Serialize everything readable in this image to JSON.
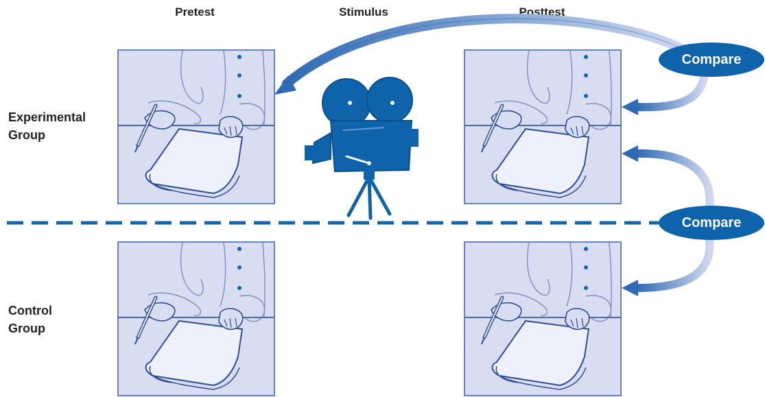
{
  "column_headers": {
    "pretest": "Pretest",
    "stimulus": "Stimulus",
    "posttest": "Posttest"
  },
  "row_labels": {
    "experimental": [
      "Experimental",
      "Group"
    ],
    "control": [
      "Control",
      "Group"
    ]
  },
  "compare_labels": [
    "Compare",
    "Compare"
  ],
  "colors": {
    "accent": "#0e63aa",
    "panel_fill": "#d9ddf2",
    "panel_stroke": "#6a82b8",
    "dash": "#1565a8"
  },
  "icons": {
    "panel": "person-writing-notebook-icon",
    "stimulus": "movie-camera-icon"
  }
}
